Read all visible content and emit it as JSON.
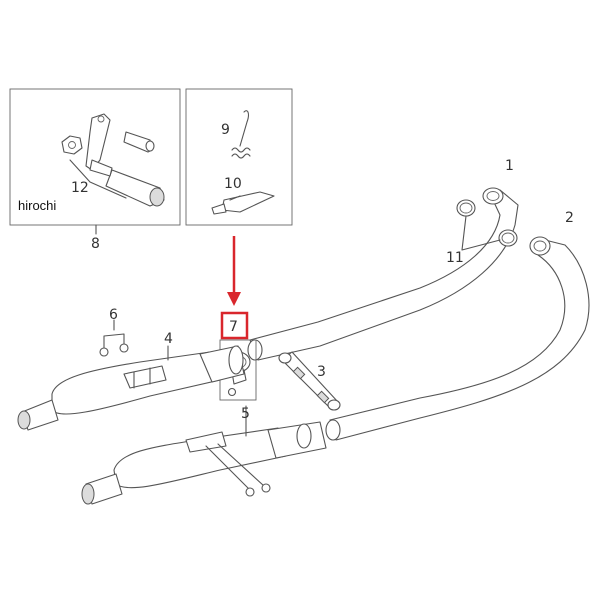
{
  "watermark": "hirochi",
  "highlight_color": "#d9262c",
  "labels": {
    "p1": "1",
    "p2": "2",
    "p3": "3",
    "p4": "4",
    "p5": "5",
    "p6": "6",
    "p7": "7",
    "p8": "8",
    "p9": "9",
    "p10": "10",
    "p11": "11",
    "p12": "12"
  }
}
